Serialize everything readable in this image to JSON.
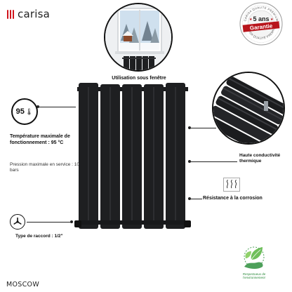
{
  "brand": {
    "name": "carisa"
  },
  "window": {
    "caption": "Utilisation sous fenêtre"
  },
  "badge": {
    "years": "5 ans",
    "guarantee": "Garantie",
    "ring_top": "CARISA QUALITÉ PREMIUM",
    "ring_bottom": "CARISA QUALITÉ PREMIUM"
  },
  "temperature": {
    "value": "95",
    "unit": "°C",
    "title": "Température maximale de fonctionnement : 95 °C",
    "pressure": "Pression maximale en service : 10 bars"
  },
  "features": {
    "high_conductivity": "Haute conductivité thermique",
    "corrosion": "Résistance à la corrosion",
    "connection": "Type de raccord : 1/2\""
  },
  "eco": {
    "text": "Respectueux de l'environnement"
  },
  "model": {
    "name": "MOSCOW"
  },
  "colors": {
    "brand_red": "#d0131b",
    "radiator": "#1e1f21",
    "eco_green": "#2a8a3a",
    "badge_red": "#b8141b"
  }
}
